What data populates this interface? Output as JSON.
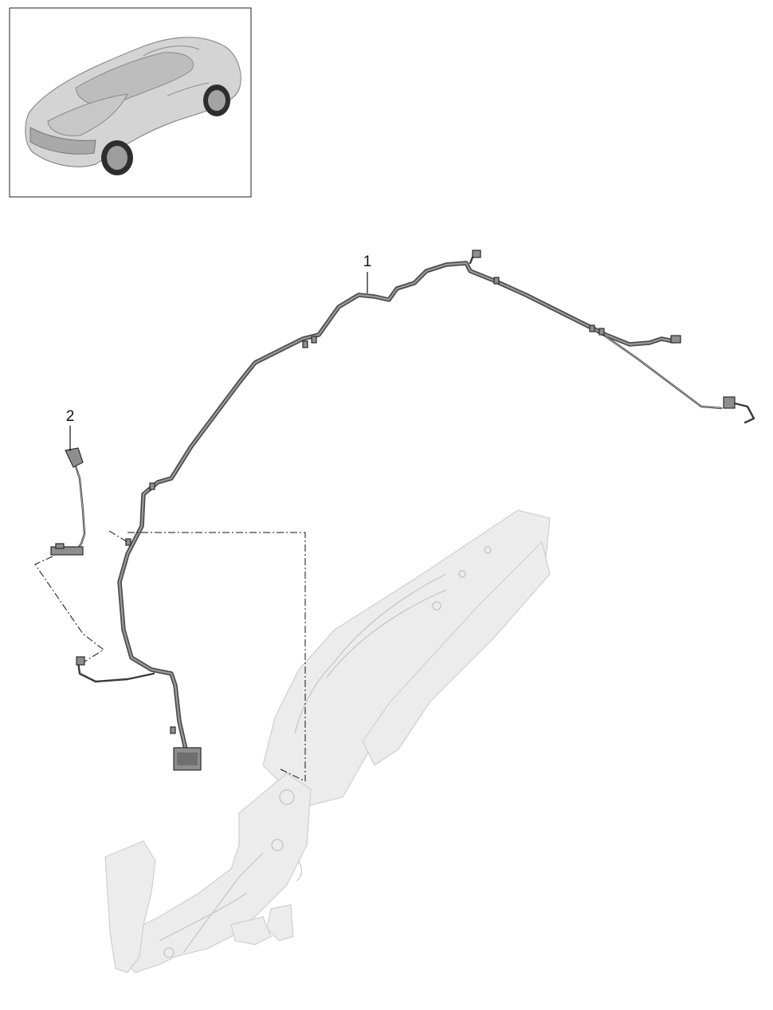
{
  "diagram": {
    "callouts": [
      {
        "id": "1",
        "label": "1"
      },
      {
        "id": "2",
        "label": "2"
      }
    ]
  }
}
